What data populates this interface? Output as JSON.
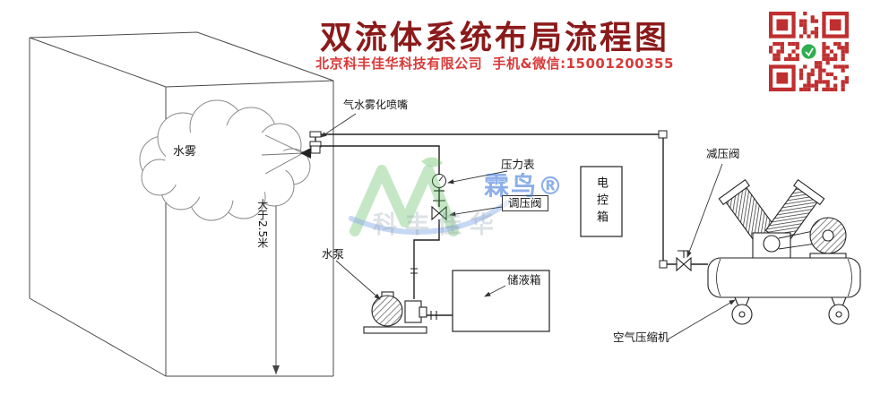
{
  "page": {
    "background": "#ffffff"
  },
  "header": {
    "title": "双流体系统布局流程图",
    "subtitle": "北京科丰佳华科技有限公司  手机&微信:15001200355",
    "title_color": "#8b1a1a",
    "subtitle_color": "#d93a3a"
  },
  "qr": {
    "color": "#bf2f2f",
    "center_icon": "leaf-icon",
    "center_color": "#2fae4f"
  },
  "labels": {
    "nozzle": "气水雾化喷嘴",
    "mist": "水雾",
    "height": "大于2.5米",
    "pressure_gauge": "压力表",
    "regulator_valve": "调压阀",
    "control_box": "电控箱",
    "water_pump": "水泵",
    "storage_tank": "储液箱",
    "reducer_valve": "减压阀",
    "air_compressor": "空气压缩机"
  },
  "watermark": {
    "brand": "霖鸟®",
    "ghost": "科丰佳华",
    "green": "#3fae3f",
    "blue": "#2f6fd8"
  }
}
